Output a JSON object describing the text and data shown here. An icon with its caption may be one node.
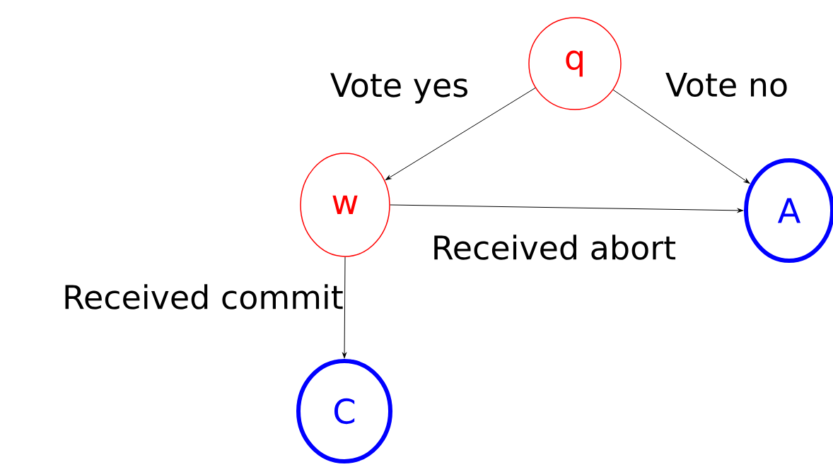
{
  "diagram": {
    "nodes": [
      {
        "text": [
          "q"
        ]
      },
      {
        "text": [
          "w"
        ]
      },
      {
        "text": [
          "A"
        ]
      },
      {
        "text": [
          "C"
        ]
      }
    ],
    "edges": [
      {
        "from": 0,
        "to": 1,
        "arrow": "to",
        "label": "Vote yes"
      },
      {
        "from": 0,
        "to": 2,
        "arrow": "to",
        "label": "Vote no"
      },
      {
        "from": 1,
        "to": 2,
        "arrow": "to",
        "label": "Received abort"
      },
      {
        "from": 1,
        "to": 3,
        "arrow": "to",
        "label": "Received commit"
      }
    ]
  }
}
